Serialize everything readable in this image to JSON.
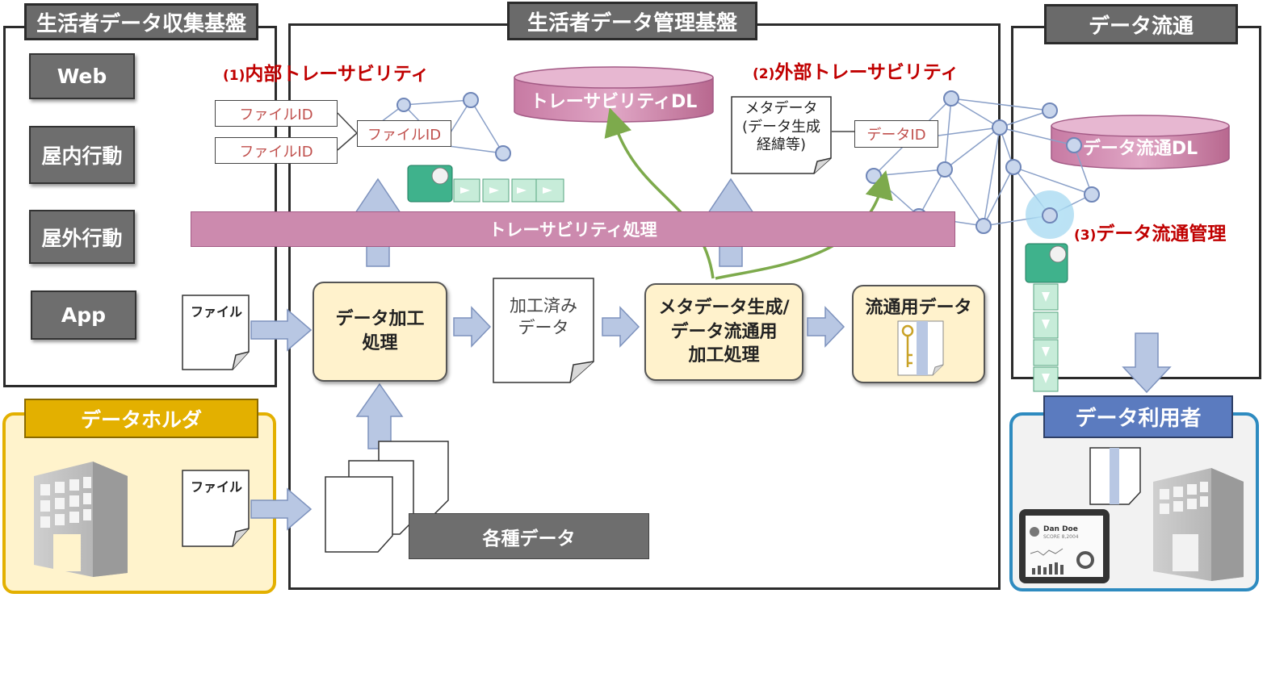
{
  "sections": {
    "collection": "生活者データ収集基盤",
    "management": "生活者データ管理基盤",
    "distribution": "データ流通",
    "holder": "データホルダ",
    "user": "データ利用者"
  },
  "sources": [
    "Web",
    "屋内行動",
    "屋外行動",
    "App"
  ],
  "titles": {
    "internal_prefix": "(1)",
    "internal_text": "内部トレーサビリティ",
    "external_prefix": "(2)",
    "external_text": "外部トレーサビリティ",
    "flow_prefix": "(3)",
    "flow_text": "データ流通管理"
  },
  "file_ids": [
    "ファイルID",
    "ファイルID",
    "ファイルID"
  ],
  "trace_dl": "トレーサビリティDL",
  "meta_note": [
    "メタデータ",
    "(データ生成",
    "経緯等)"
  ],
  "data_id": "データID",
  "flow_dl": "データ流通DL",
  "trace_bar": "トレーサビリティ処理",
  "file_label": "ファイル",
  "file_label_holder": "ファイル",
  "process_box": [
    "データ加工",
    "処理"
  ],
  "processed_doc": [
    "加工済み",
    "データ"
  ],
  "meta_box": [
    "メタデータ生成/",
    "データ流通用",
    "加工処理"
  ],
  "dist_data_box": "流通用データ",
  "misc_data": "各種データ",
  "tablet_name": "Dan Doe",
  "tablet_score": "SCORE 8,2004",
  "colors": {
    "pink": "#cc8aae",
    "yellow_fill": "#fff2cc",
    "holder_border": "#e3b000",
    "user_border": "#2e8bc0",
    "arrow_fill": "#b8c7e3",
    "node_fill": "#c9d6ec",
    "green_line": "#7daa4c",
    "red_title": "#c00000"
  }
}
